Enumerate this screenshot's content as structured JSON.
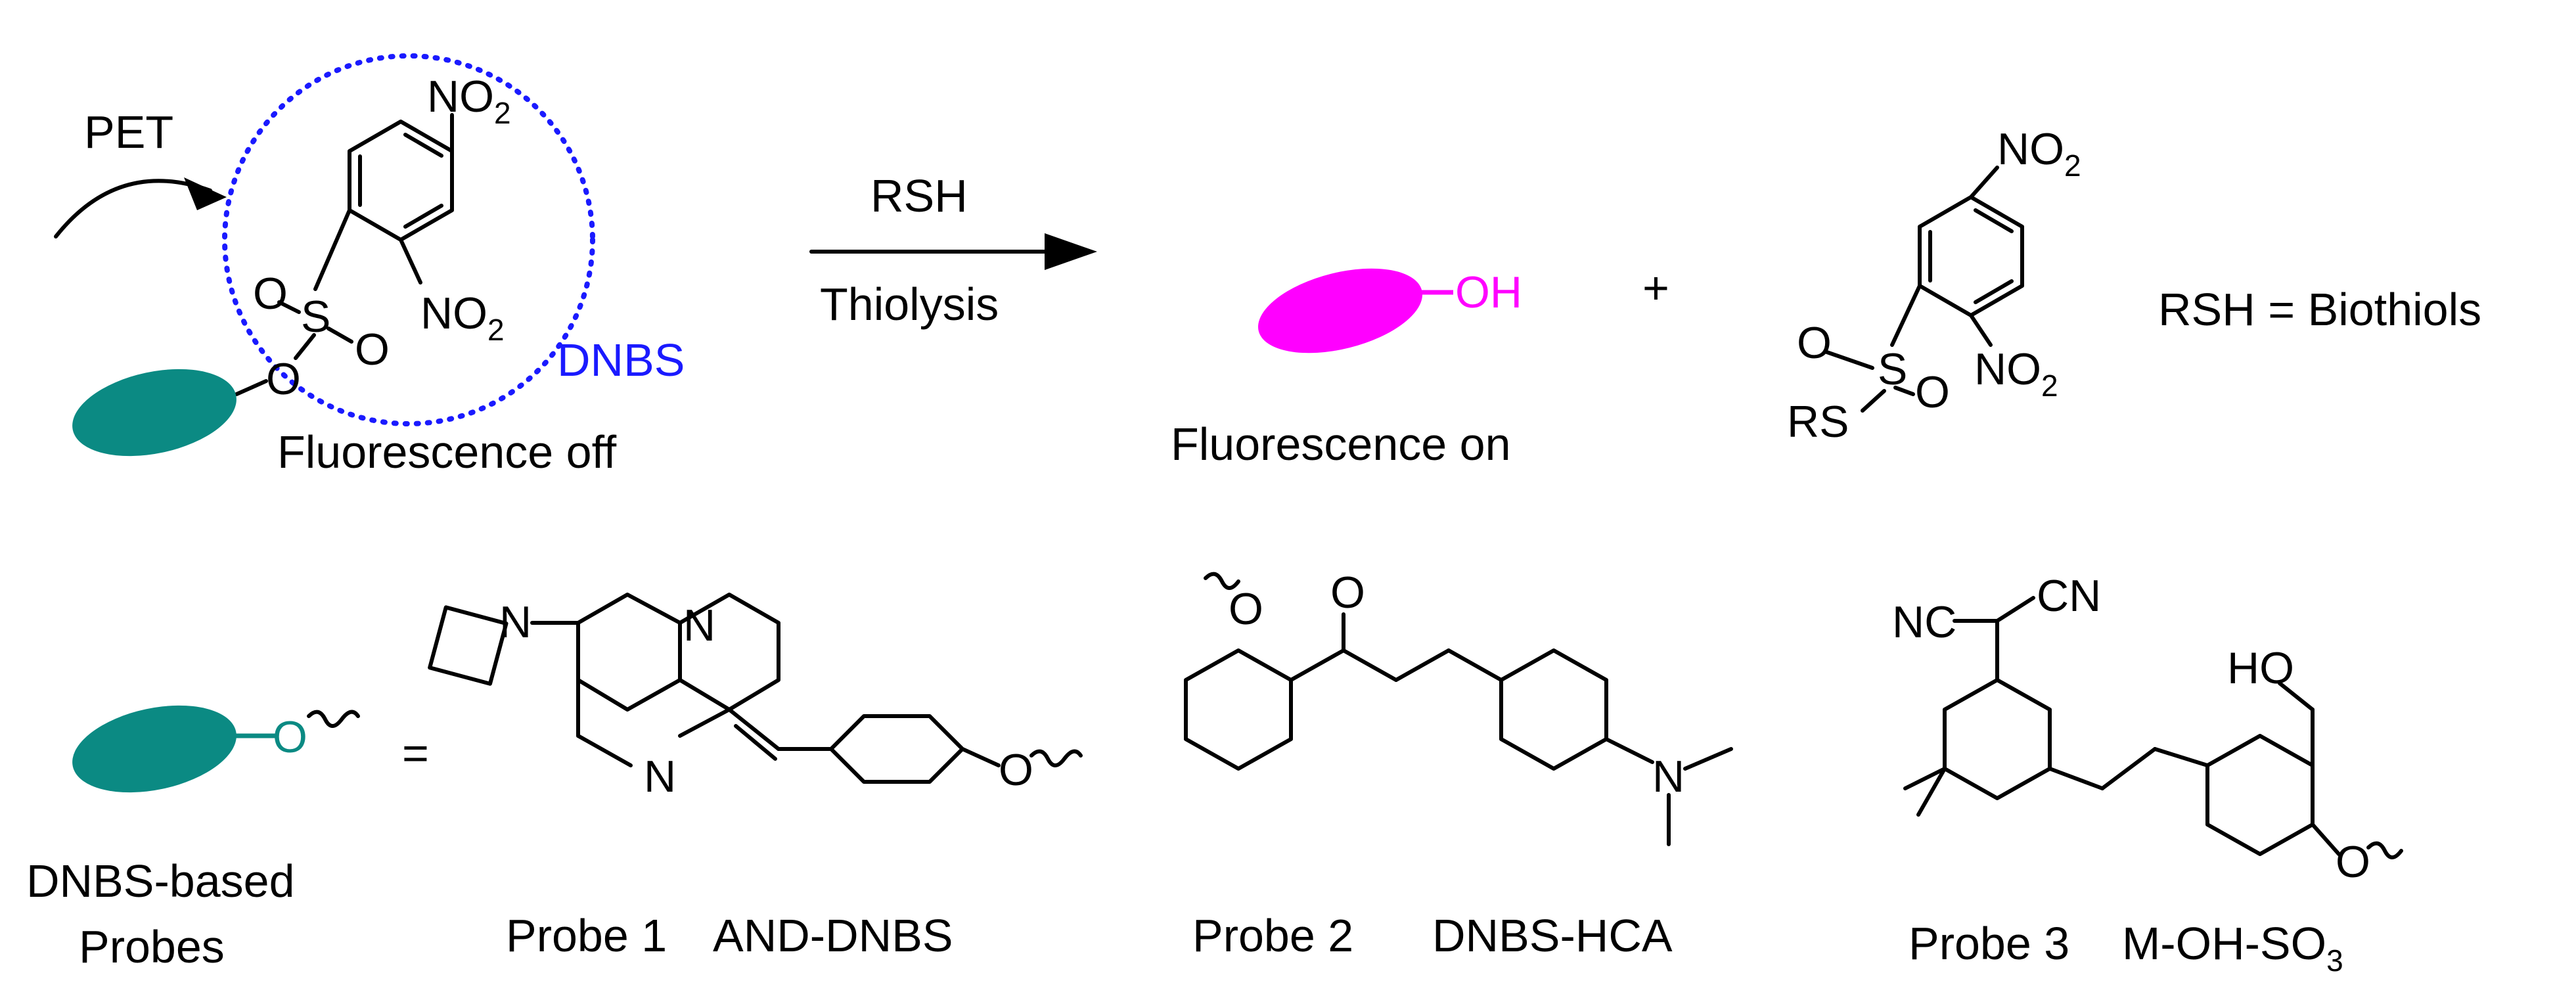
{
  "top": {
    "pet_label": "PET",
    "dnbs_label": "DNBS",
    "fluorescence_off": "Fluorescence off",
    "reagent_above": "RSH",
    "reagent_below": "Thiolysis",
    "product_oh": "OH",
    "plus": "+",
    "fluorescence_on": "Fluorescence on",
    "rsh_definition": "RSH = Biothiols"
  },
  "atoms": {
    "no2_N": "NO",
    "no2_sub": "2",
    "sulfur": "S",
    "oxygen": "O",
    "rs_group": "RS"
  },
  "bottom": {
    "equals": "=",
    "dnbs_based_line1": "DNBS-based",
    "dnbs_based_line2": "Probes",
    "probe1_label": "Probe 1",
    "probe1_name": "AND-DNBS",
    "probe2_label": "Probe 2",
    "probe2_name": "DNBS-HCA",
    "probe3_label": "Probe 3",
    "probe3_name": "M-OH-SO",
    "probe3_name_sub": "3",
    "n_atom": "N",
    "nc_group": "NC",
    "cn_group": "CN",
    "ho_group": "HO"
  },
  "colors": {
    "teal": "#0b8a83",
    "magenta": "#ff00ff",
    "blue": "#1a1aff",
    "black": "#000000"
  }
}
